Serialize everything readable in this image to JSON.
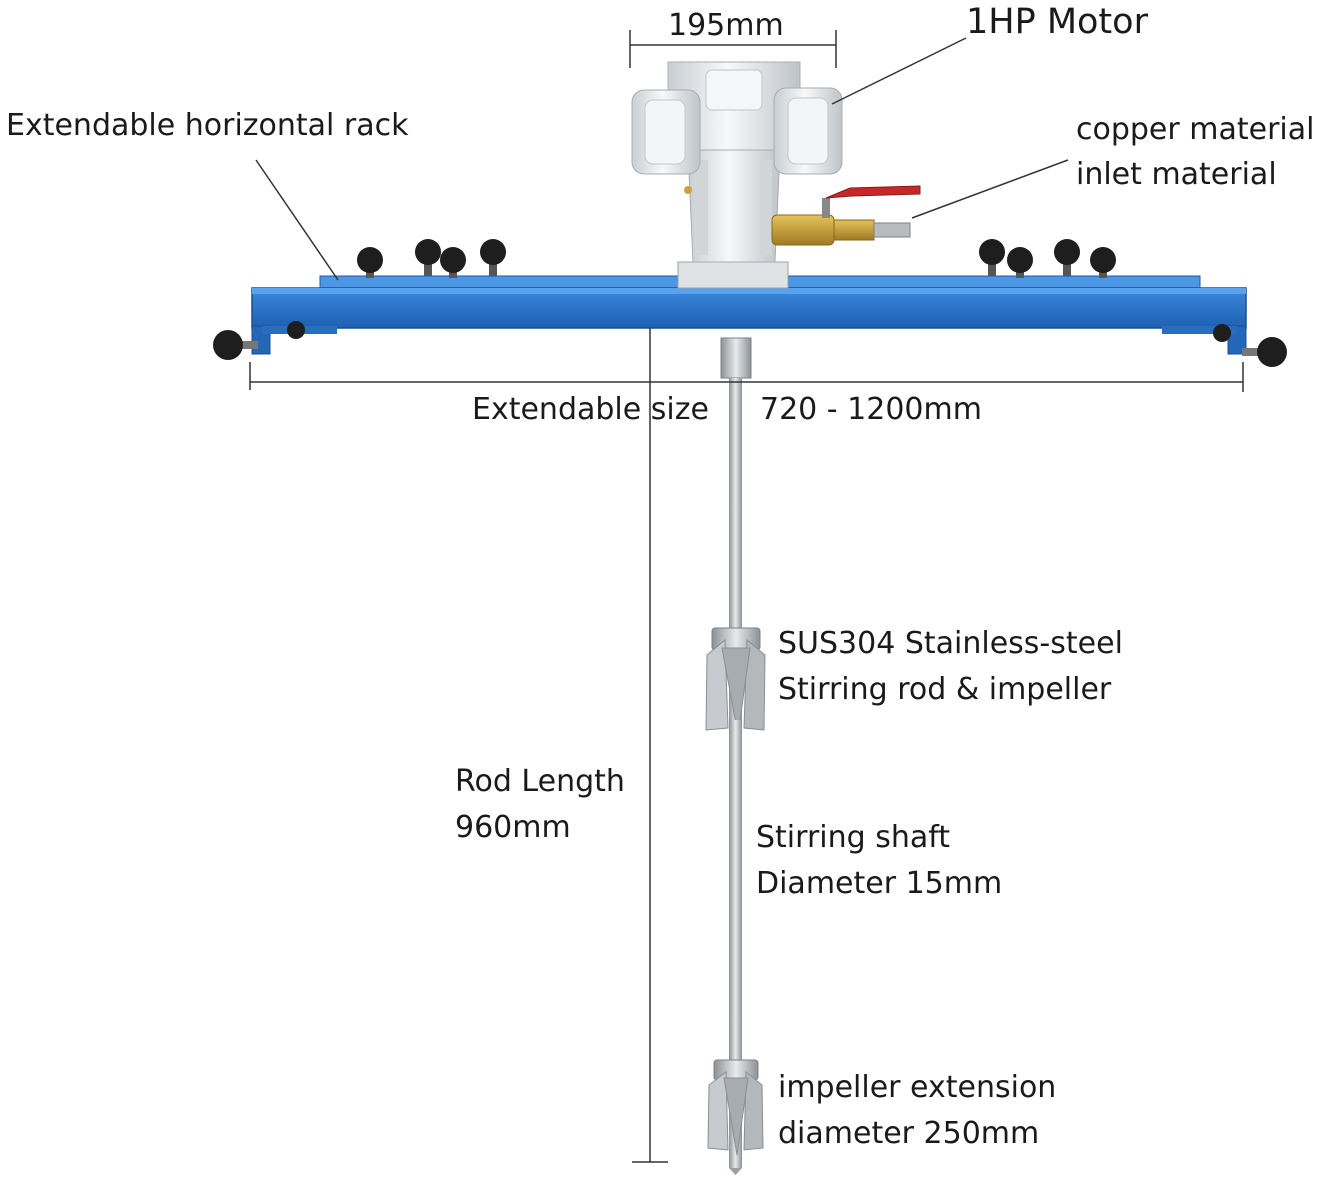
{
  "labels": {
    "motor_width": "195mm",
    "motor": "1HP Motor",
    "rack": "Extendable horizontal rack",
    "inlet_line1": "copper material",
    "inlet_line2": "inlet material",
    "extend_label": "Extendable size",
    "extend_range": "720 - 1200mm",
    "impeller_line1": "SUS304 Stainless-steel",
    "impeller_line2": "Stirring rod & impeller",
    "rod_line1": "Rod Length",
    "rod_line2": "960mm",
    "shaft_line1": "Stirring shaft",
    "shaft_line2": "Diameter 15mm",
    "ext_line1": "impeller extension",
    "ext_line2": "diameter 250mm"
  },
  "colors": {
    "rack_blue": "#2a72c8",
    "knob": "#1e1e1e",
    "motor_white": "#eceff1",
    "brass": "#c9a23a",
    "valve_handle": "#c62828",
    "steel": "#b8bcc0"
  }
}
